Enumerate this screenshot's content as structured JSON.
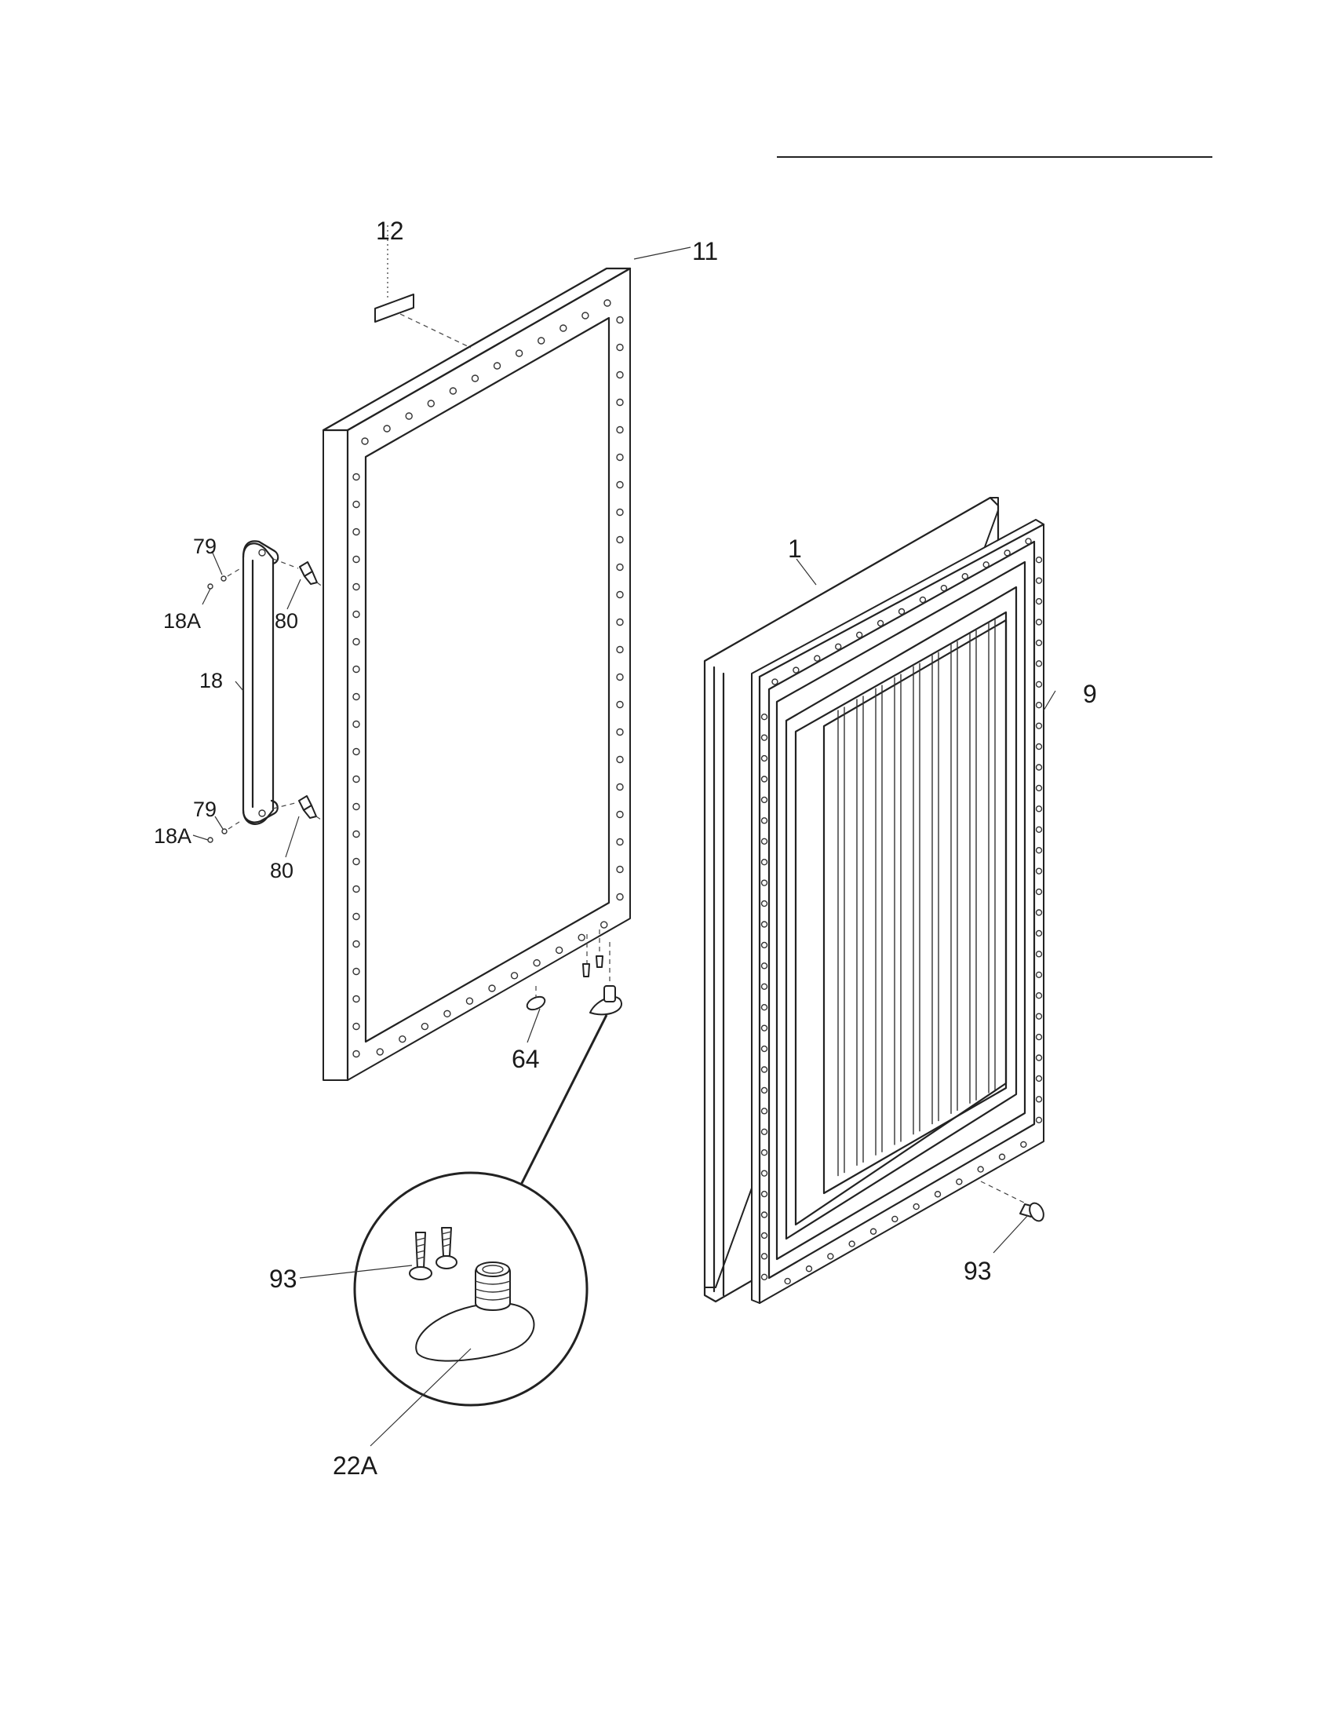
{
  "diagram": {
    "callouts": {
      "c12": "12",
      "c11": "11",
      "c79a": "79",
      "c18a_top": "18A",
      "c80a": "80",
      "c18": "18",
      "c79b": "79",
      "c18a_bottom": "18A",
      "c80b": "80",
      "c64": "64",
      "c1": "1",
      "c9": "9",
      "c93_right": "93",
      "c93_detail": "93",
      "c22a": "22A"
    }
  }
}
